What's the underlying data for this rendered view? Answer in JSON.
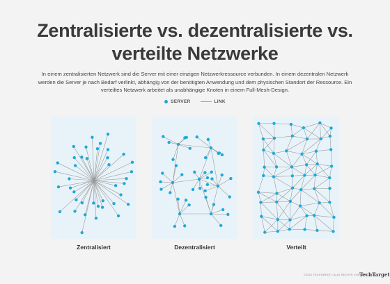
{
  "title": {
    "line1": "Zentralisierte vs. dezentralisierte vs.",
    "line2": "verteilte Netzwerke"
  },
  "description": "In einem zentralisierten Netzwerk sind die Server mit einer einzigen Netzwerkressource verbunden. In einem dezentralen Netzwerk werden die Server je nach Bedarf verlinkt, abhängig von der benötigten Anwendung und dem physischen Standort der Ressource. Ein verteiltes Netzwerk arbeitet als unabhängige Knoten in einem Full-Mesh-Design.",
  "legend": {
    "server": "SERVER",
    "link": "LINK"
  },
  "colors": {
    "node": "#20a9d8",
    "link": "#9a9a9a",
    "panel": "#e8f3f9",
    "background": "#f3f3f3"
  },
  "diagrams": {
    "centralized": {
      "caption": "Zentralisiert"
    },
    "decentralized": {
      "caption": "Dezentralisiert"
    },
    "distributed": {
      "caption": "Verteilt"
    }
  },
  "footer": {
    "copyright": "©2022 TECHTARGET. ALLE RECHTE VORBEHALTEN",
    "logo": "TechTarget"
  }
}
